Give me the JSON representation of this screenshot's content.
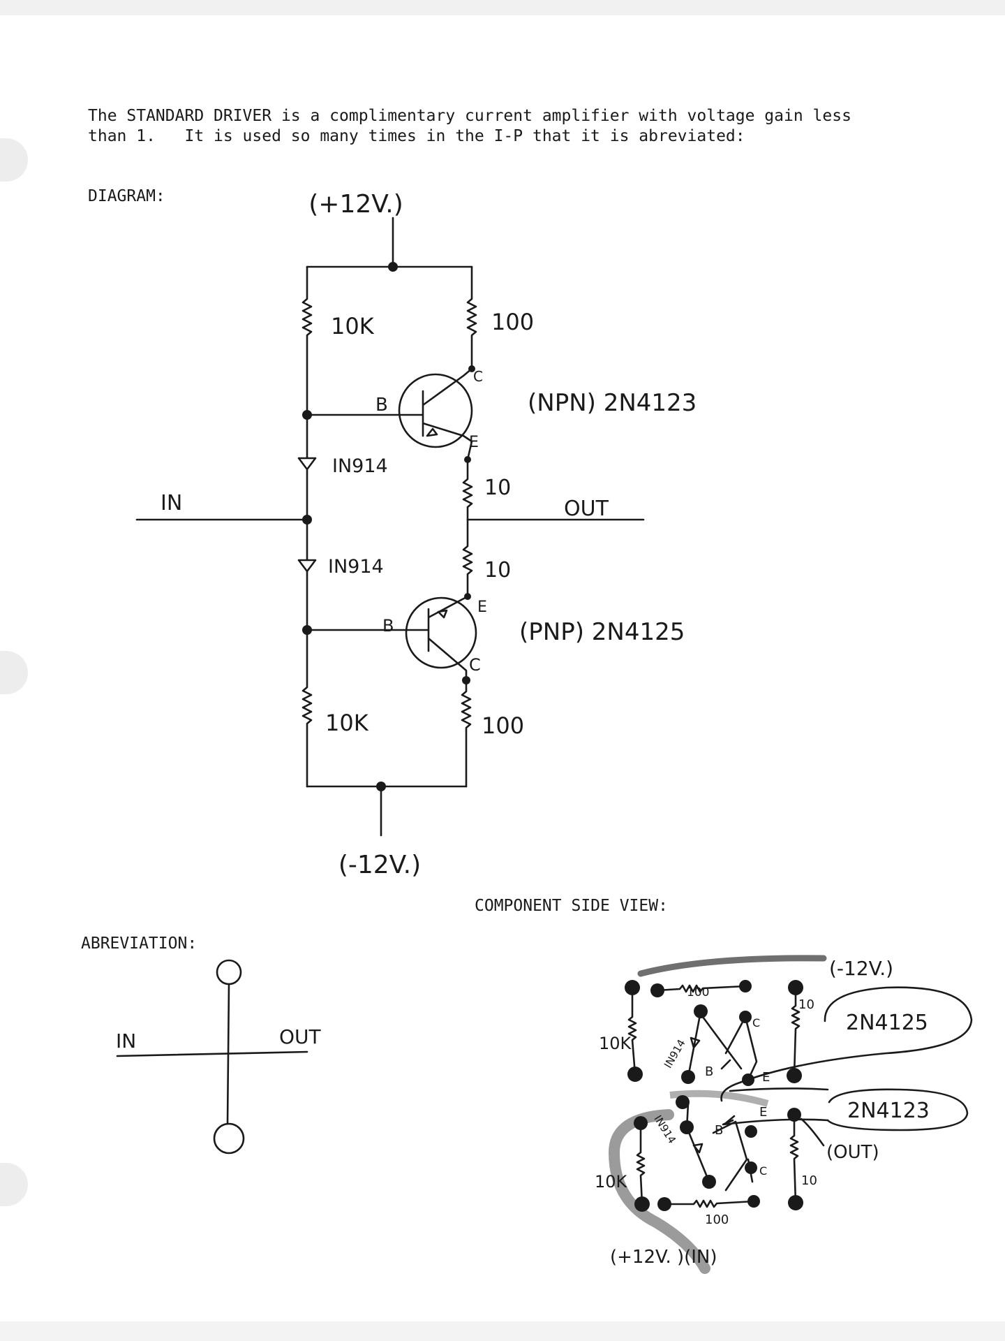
{
  "intro": {
    "line1": "The STANDARD DRIVER is a complimentary current amplifier with voltage gain less",
    "line2": "than 1.   It is used so many times in the I-P that it is abreviated:"
  },
  "labels": {
    "diagram": "DIAGRAM:",
    "abbreviation": "ABREVIATION:",
    "component_side_view": "COMPONENT SIDE VIEW:"
  },
  "schematic": {
    "supply_pos": "(+12V.)",
    "supply_neg": "(-12V.)",
    "r_top_left": "10K",
    "r_top_right": "100",
    "r_mid_upper": "10",
    "r_mid_lower": "10",
    "r_bottom_left": "10K",
    "r_bottom_right": "100",
    "diode_upper": "IN914",
    "diode_lower": "IN914",
    "npn_label": "(NPN) 2N4123",
    "pnp_label": "(PNP) 2N4125",
    "pin_b": "B",
    "pin_c": "C",
    "pin_e": "E",
    "in_label": "IN",
    "out_label": "OUT"
  },
  "abbreviation": {
    "in_label": "IN",
    "out_label": "OUT"
  },
  "component_view": {
    "neg_supply": "(-12V.)",
    "pnp_callout": "2N4125",
    "npn_callout": "2N4123",
    "out_label": "(OUT)",
    "bottom_label": "(+12V. )(IN)",
    "r_top": "100",
    "r_bottom": "100",
    "r_right_upper": "10",
    "r_right_lower": "10",
    "r_left_upper": "10K",
    "r_left_lower": "10K",
    "diode_upper": "IN914",
    "diode_lower": "IN914",
    "pin_b": "B",
    "pin_c": "C",
    "pin_e": "E"
  },
  "colors": {
    "ink": "#1a1a1a",
    "paper": "#ffffff",
    "trace": "#6f6f6f"
  }
}
